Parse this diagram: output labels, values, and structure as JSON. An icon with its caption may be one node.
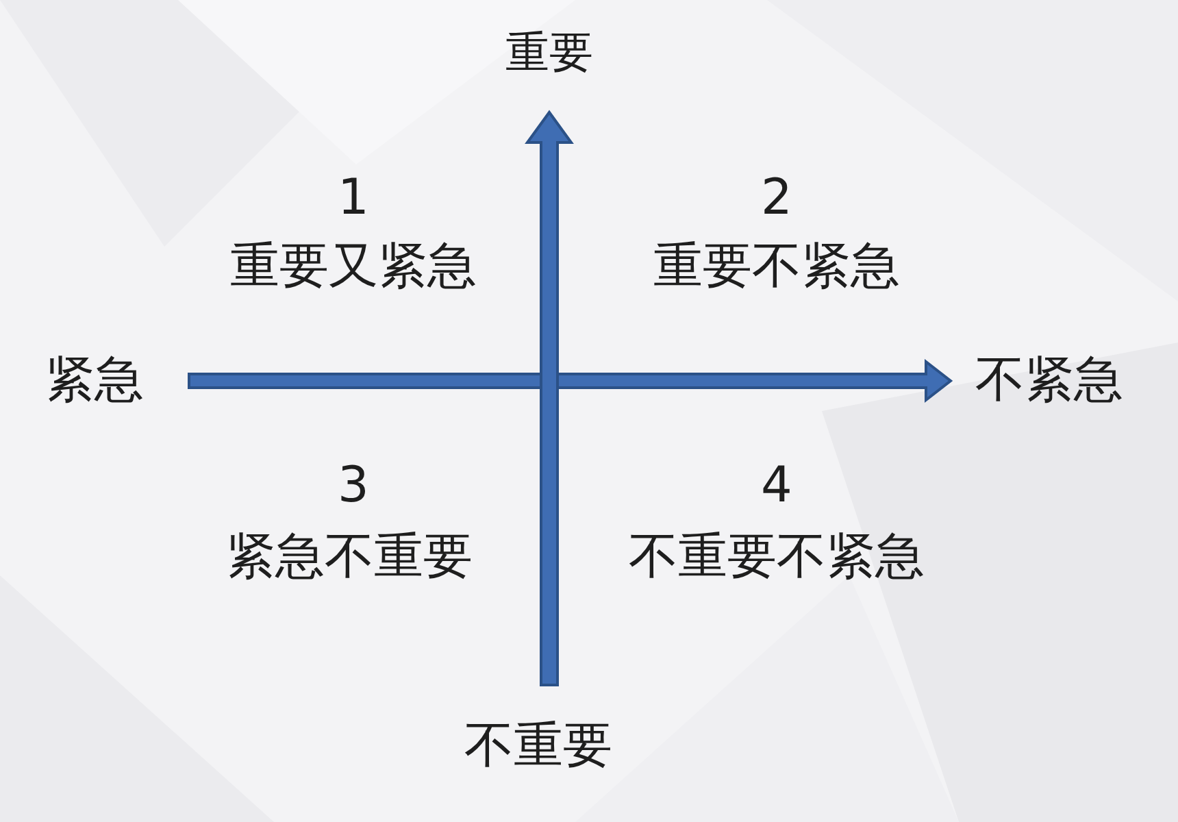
{
  "diagram": {
    "labels": [
      "重要",
      "1",
      "重要又紧急",
      "2",
      "重要不紧急",
      "紧急",
      "不紧急",
      "3",
      "紧急不重要",
      "4",
      "不重要不紧急",
      "不重要"
    ]
  }
}
